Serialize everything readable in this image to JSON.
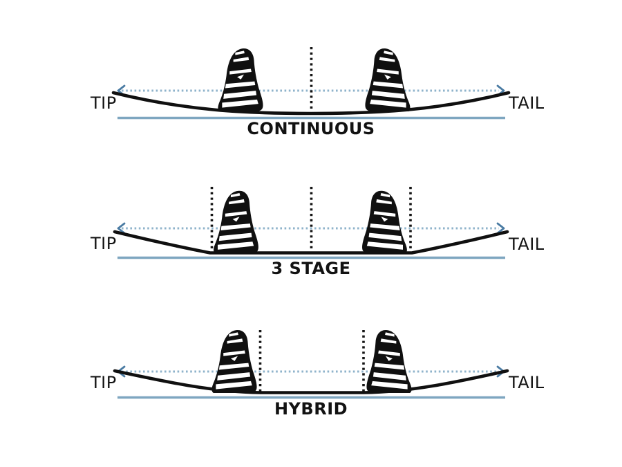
{
  "colors": {
    "background": "#ffffff",
    "board_line": "#101010",
    "baseline": "#7ea6c0",
    "arrow_dots": "#8fb3cb",
    "arrow_head": "#4a7ba3",
    "reference_line": "#151515",
    "text": "#121212"
  },
  "rows": [
    {
      "label": "CONTINUOUS",
      "tip_label": "TIP",
      "tail_label": "TAIL",
      "icons": {
        "left_boot": "binding-boot-icon",
        "right_boot": "binding-boot-icon",
        "length_arrow": "double-headed-dotted-arrow-icon",
        "reference_lines": [
          "center-dotted-line"
        ]
      }
    },
    {
      "label": "3 STAGE",
      "tip_label": "TIP",
      "tail_label": "TAIL",
      "icons": {
        "left_boot": "binding-boot-icon",
        "right_boot": "binding-boot-icon",
        "length_arrow": "double-headed-dotted-arrow-icon",
        "reference_lines": [
          "left-bend-dotted-line",
          "center-dotted-line",
          "right-bend-dotted-line"
        ]
      }
    },
    {
      "label": "HYBRID",
      "tip_label": "TIP",
      "tail_label": "TAIL",
      "icons": {
        "left_boot": "binding-boot-icon",
        "right_boot": "binding-boot-icon",
        "length_arrow": "double-headed-dotted-arrow-icon",
        "reference_lines": [
          "left-flat-boundary-dotted-line",
          "right-flat-boundary-dotted-line"
        ]
      }
    }
  ]
}
